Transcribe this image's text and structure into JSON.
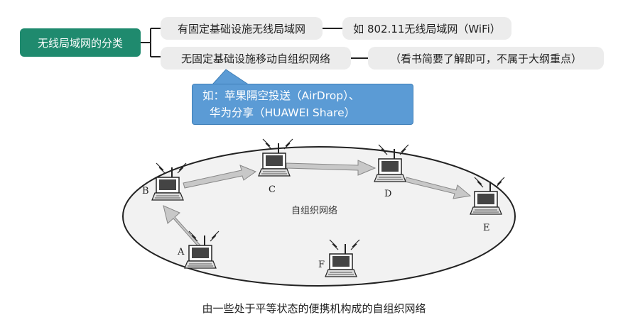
{
  "mindmap": {
    "root": "无线局域网的分类",
    "branches": [
      {
        "label": "有固定基础设施无线局域网",
        "detail": "如 802.11无线局域网（WiFi）"
      },
      {
        "label": "无固定基础设施移动自组织网络",
        "detail": "（看书简要了解即可，不属于大纲重点）"
      }
    ],
    "callout": {
      "line1": "如：苹果隔空投送（AirDrop）、",
      "line2": "华为分享（HUAWEI Share）"
    }
  },
  "figure": {
    "nodes": [
      "A",
      "B",
      "C",
      "D",
      "E",
      "F"
    ],
    "center_label": "自组织网络",
    "caption": "由一些处于平等状态的便携机构成的自组织网络"
  },
  "colors": {
    "root_fill": "#1f8a6e",
    "pill_fill": "#ececec",
    "callout_fill": "#5b9bd5",
    "arrow_fill": "#c8c8c8"
  }
}
